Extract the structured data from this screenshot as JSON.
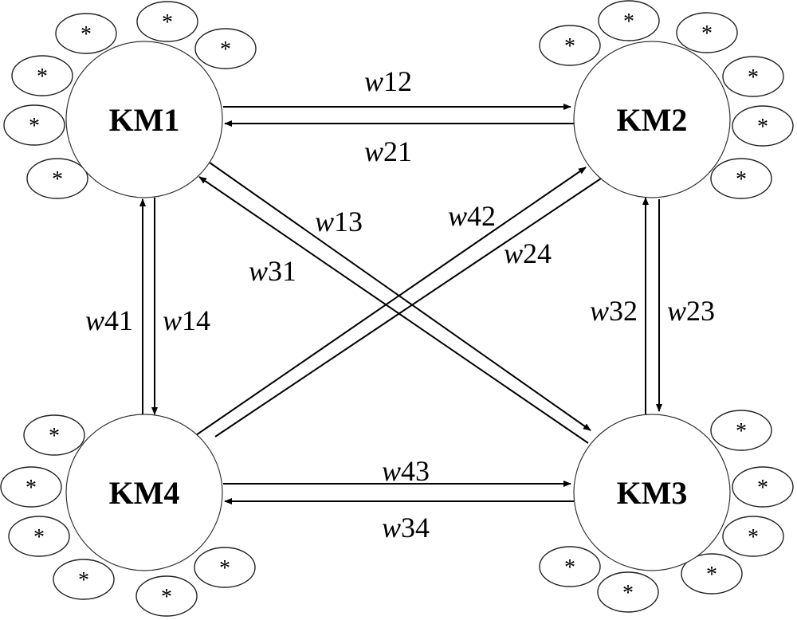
{
  "nodes": [
    {
      "id": "km1",
      "label": "KM1"
    },
    {
      "id": "km2",
      "label": "KM2"
    },
    {
      "id": "km3",
      "label": "KM3"
    },
    {
      "id": "km4",
      "label": "KM4"
    }
  ],
  "satellite_symbol": "*",
  "edges": [
    {
      "id": "w12",
      "prefix": "w",
      "index": "12"
    },
    {
      "id": "w21",
      "prefix": "w",
      "index": "21"
    },
    {
      "id": "w13",
      "prefix": "w",
      "index": "13"
    },
    {
      "id": "w31",
      "prefix": "w",
      "index": "31"
    },
    {
      "id": "w42",
      "prefix": "w",
      "index": "42"
    },
    {
      "id": "w24",
      "prefix": "w",
      "index": "24"
    },
    {
      "id": "w41",
      "prefix": "w",
      "index": "41"
    },
    {
      "id": "w14",
      "prefix": "w",
      "index": "14"
    },
    {
      "id": "w32",
      "prefix": "w",
      "index": "32"
    },
    {
      "id": "w23",
      "prefix": "w",
      "index": "23"
    },
    {
      "id": "w43",
      "prefix": "w",
      "index": "43"
    },
    {
      "id": "w34",
      "prefix": "w",
      "index": "34"
    }
  ]
}
